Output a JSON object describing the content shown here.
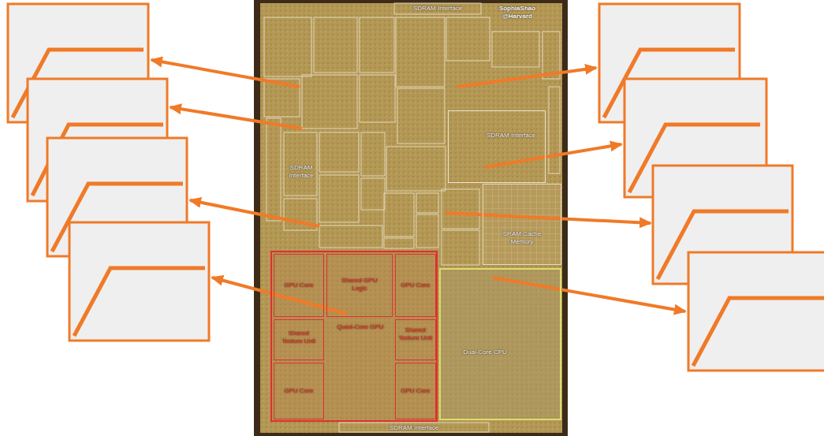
{
  "diagram": {
    "nodes": [
      {
        "text": [
          "SDRAM Interface"
        ]
      },
      {
        "text": [
          "SRAM Cache Memory"
        ]
      },
      {
        "text": [
          "Quad-Core GPU"
        ]
      },
      {
        "text": [
          "GPU Core"
        ],
        "in": 2
      },
      {
        "text": [
          "Shared GPU Logic"
        ],
        "in": 2
      },
      {
        "text": [
          "GPU Core"
        ],
        "in": 2
      },
      {
        "text": [
          "Shared Texture Unit"
        ],
        "in": 2
      },
      {
        "text": [
          "Shared Texture Unit"
        ],
        "in": 2
      },
      {
        "text": [
          "GPU Core"
        ],
        "in": 2
      },
      {
        "text": [
          "GPU Core"
        ],
        "in": 2
      },
      {
        "text": [
          "Dual-Core CPU"
        ]
      }
    ],
    "labels": [
      "SDRAM Interface",
      "SophiaShao @Harvard",
      "SDRAM Interface",
      "SDRAM Interface"
    ]
  }
}
